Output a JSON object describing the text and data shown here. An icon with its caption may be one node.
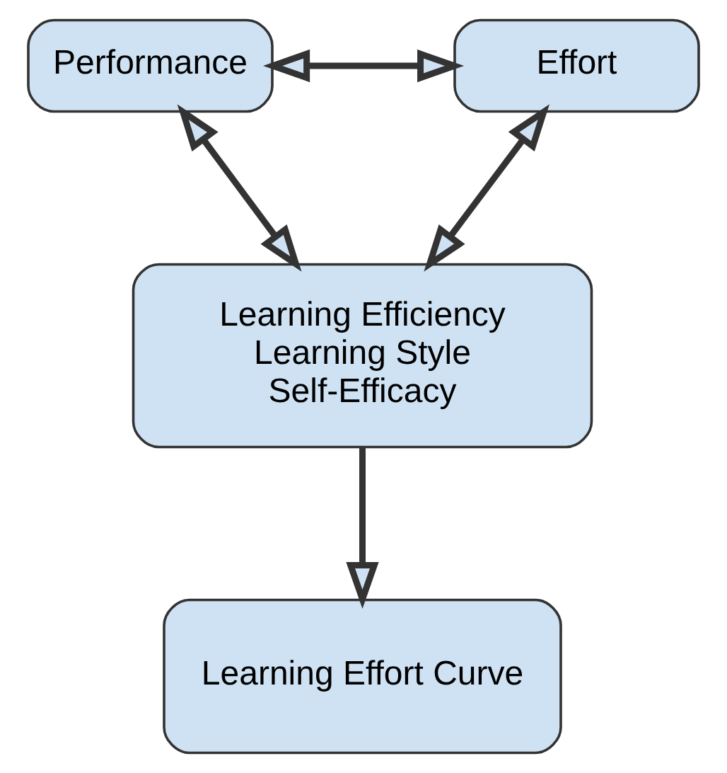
{
  "diagram": {
    "nodes": [
      {
        "text": [
          "Performance"
        ]
      },
      {
        "text": [
          "Effort"
        ]
      },
      {
        "text": [
          "Learning Efficiency",
          "Learning Style",
          "Self-Efficacy"
        ]
      },
      {
        "text": [
          "Learning Effort Curve"
        ]
      }
    ],
    "edges": [
      {
        "from": 0,
        "to": 1,
        "arrow": "both"
      },
      {
        "from": 0,
        "to": 2,
        "arrow": "both"
      },
      {
        "from": 1,
        "to": 2,
        "arrow": "both"
      },
      {
        "from": 2,
        "to": 3,
        "arrow": "to"
      }
    ]
  }
}
